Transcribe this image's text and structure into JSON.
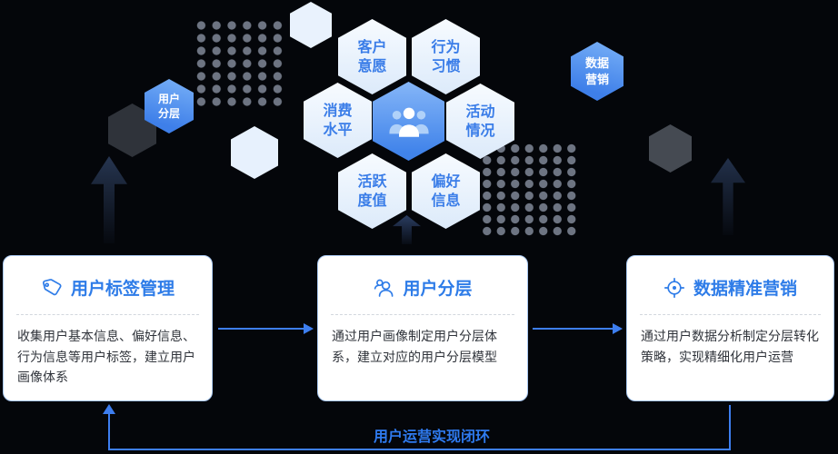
{
  "colors": {
    "background": "#04060a",
    "accent_blue": "#3d7ef0",
    "hex_text_blue": "#3a7de8",
    "card_title_blue": "#2e7ce8",
    "card_border": "#a9c8f2",
    "body_text": "#30343b",
    "dot_gray": "#6d7482",
    "hub_hex_gradient_top": "#85b6f8",
    "hub_hex_gradient_bottom": "#4083ea"
  },
  "hex_cluster": {
    "center_icon": "users-group-icon",
    "satellites": [
      {
        "lines": [
          "客户",
          "意愿"
        ]
      },
      {
        "lines": [
          "行为",
          "习惯"
        ]
      },
      {
        "lines": [
          "消费",
          "水平"
        ]
      },
      {
        "lines": [
          "活动",
          "情况"
        ]
      },
      {
        "lines": [
          "活跃",
          "度值"
        ]
      },
      {
        "lines": [
          "偏好",
          "信息"
        ]
      }
    ]
  },
  "floating_hexes": {
    "user_layering": {
      "lines": [
        "用户",
        "分层"
      ]
    },
    "data_marketing": {
      "lines": [
        "数据",
        "营销"
      ]
    }
  },
  "cards": [
    {
      "icon": "tag-icon",
      "title": "用户标签管理",
      "body": "收集用户基本信息、偏好信息、行为信息等用户标签，建立用户画像体系"
    },
    {
      "icon": "users-icon",
      "title": "用户分层",
      "body": "通过用户画像制定用户分层体系，建立对应的用户分层模型"
    },
    {
      "icon": "target-icon",
      "title": "数据精准营销",
      "body": "通过用户数据分析制定分层转化策略，实现精细化用户运营"
    }
  ],
  "loop": {
    "label": "用户运营实现闭环"
  }
}
